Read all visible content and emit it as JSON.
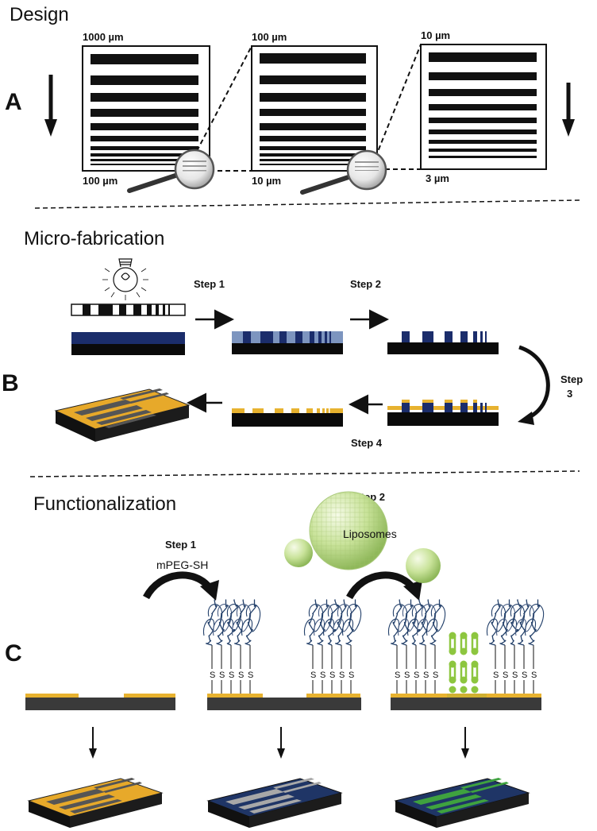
{
  "sections": {
    "design": "Design",
    "microfab": "Micro-fabrication",
    "functionalization": "Functionalization"
  },
  "panels": {
    "a": "A",
    "b": "B",
    "c": "C"
  },
  "design": {
    "box1_top": "1000 µm",
    "box1_bottom": "100 µm",
    "box2_top": "100 µm",
    "box2_bottom": "10 µm",
    "box3_top": "10 µm",
    "box3_bottom": "3 µm"
  },
  "microfab": {
    "step1": "Step 1",
    "step2": "Step 2",
    "step3_line1": "Step",
    "step3_line2": "3",
    "step4": "Step 4"
  },
  "functionalization": {
    "step1": "Step 1",
    "reagent": "mPEG-SH",
    "step2": "Step 2",
    "liposomes": "Liposomes",
    "thiol": "S"
  },
  "colors": {
    "gold": "#e7b22f",
    "substrate": "#1a1a1a",
    "resist": "#1b2d6b",
    "resist_exposed": "#7d95bf",
    "peg": "#23406a",
    "lipid": "#8dc63f"
  }
}
